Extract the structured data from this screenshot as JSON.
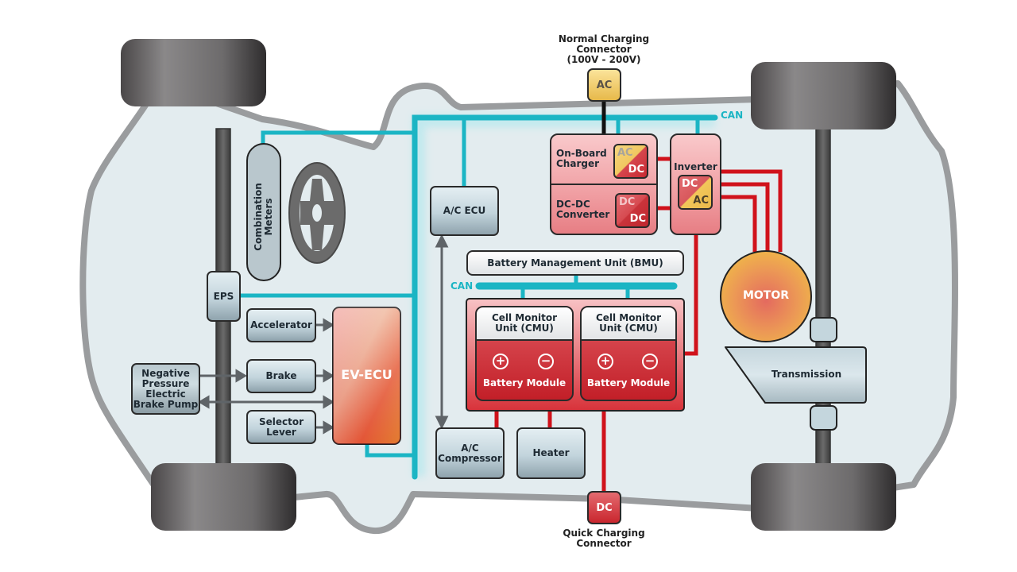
{
  "diagram": {
    "normal_charging": {
      "title_lines": [
        "Normal Charging",
        "Connector",
        "(100V - 200V)"
      ],
      "badge": "AC"
    },
    "quick_charging": {
      "title_lines": [
        "Quick Charging",
        "Connector"
      ],
      "badge": "DC"
    },
    "can_label_top": "CAN",
    "can_label_battery": "CAN",
    "on_board_charger": {
      "lines": [
        "On-Board",
        "Charger"
      ],
      "from": "AC",
      "to": "DC"
    },
    "dc_dc_converter": {
      "lines": [
        "DC-DC",
        "Converter"
      ],
      "from": "DC",
      "to": "DC"
    },
    "inverter": {
      "label": "Inverter",
      "from": "DC",
      "to": "AC"
    },
    "ac_ecu": "A/C ECU",
    "bmu": "Battery Management Unit (BMU)",
    "cmu_1": {
      "lines": [
        "Cell Monitor",
        "Unit (CMU)"
      ],
      "module": "Battery Module",
      "plus": "+",
      "minus": "−"
    },
    "cmu_2": {
      "lines": [
        "Cell Monitor",
        "Unit (CMU)"
      ],
      "module": "Battery Module",
      "plus": "+",
      "minus": "−"
    },
    "ac_compressor": {
      "lines": [
        "A/C",
        "Compressor"
      ]
    },
    "heater": "Heater",
    "motor": "MOTOR",
    "transmission": "Transmission",
    "combination_meters": "Combination Meters",
    "eps": "EPS",
    "accelerator": "Accelerator",
    "brake": "Brake",
    "selector_lever": {
      "lines": [
        "Selector",
        "Lever"
      ]
    },
    "brake_pump": {
      "lines": [
        "Negative",
        "Pressure",
        "Electric",
        "Brake Pump"
      ]
    },
    "ev_ecu": "EV-ECU"
  },
  "colors": {
    "can_bus": "#1bb5c4",
    "power_line": "#d0121b",
    "ac_line": "#111111",
    "signal_arrow": "#5f6468",
    "body_fill": "#e3ecef",
    "body_outline": "#9a9c9e",
    "tire": "#5a5859"
  }
}
